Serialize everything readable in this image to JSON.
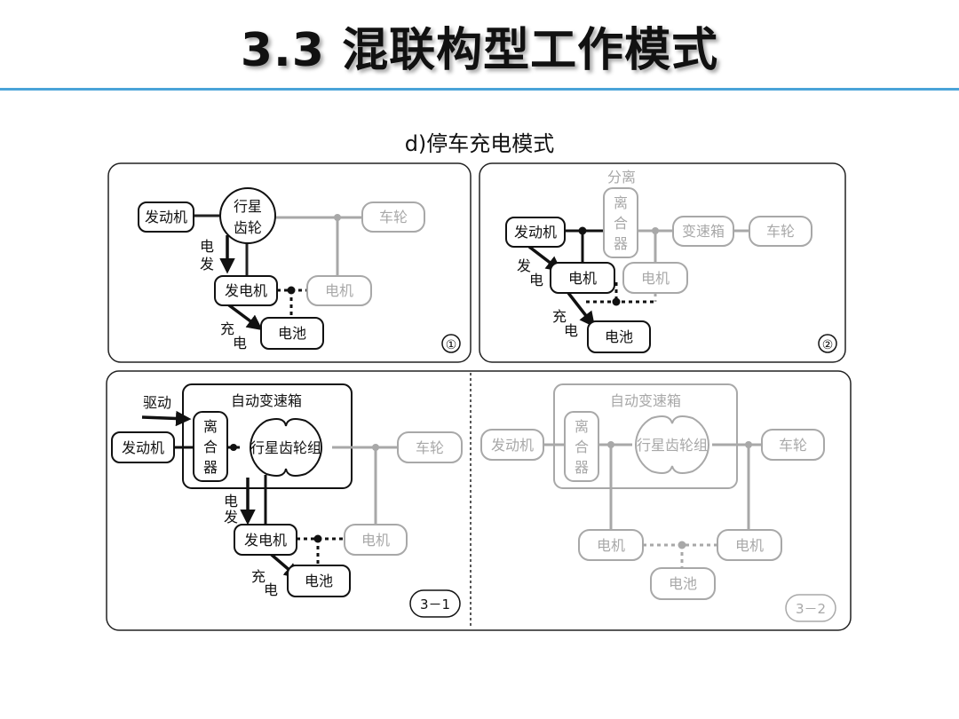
{
  "title": "3.3 混联构型工作模式",
  "subtitle": "d)停车充电模式",
  "colors": {
    "active": "#111111",
    "inactive": "#a8a8a8",
    "rule": "#4aa3d8"
  },
  "panel1": {
    "engine": "发动机",
    "planetary_line1": "行星",
    "planetary_line2": "齿轮",
    "wheel": "车轮",
    "generator": "发电机",
    "motor": "电机",
    "battery": "电池",
    "gen_label_a": "电",
    "gen_label_b": "发",
    "charge_label_a": "充",
    "charge_label_b": "电",
    "badge": "①"
  },
  "panel2": {
    "separate_label": "分离",
    "clutch_1": "离",
    "clutch_2": "合",
    "clutch_3": "器",
    "engine": "发动机",
    "gearbox": "变速箱",
    "wheel": "车轮",
    "motor_active": "电机",
    "motor_inactive": "电机",
    "battery": "电池",
    "gen_label_a": "发",
    "gen_label_b": "电",
    "charge_label_a": "充",
    "charge_label_b": "电",
    "badge": "②"
  },
  "panel3": {
    "drive_label": "驱动",
    "auto_gearbox": "自动变速箱",
    "clutch_1": "离",
    "clutch_2": "合",
    "clutch_3": "器",
    "engine": "发动机",
    "planetary_set": "行星齿轮组",
    "wheel": "车轮",
    "gen_label_a": "电",
    "gen_label_b": "发",
    "generator": "发电机",
    "motor": "电机",
    "charge_label_a": "充",
    "charge_label_b": "电",
    "battery": "电池",
    "badge": "3－1"
  },
  "panel4": {
    "auto_gearbox": "自动变速箱",
    "engine": "发动机",
    "clutch_1": "离",
    "clutch_2": "合",
    "clutch_3": "器",
    "planetary_set": "行星齿轮组",
    "wheel": "车轮",
    "motor_left": "电机",
    "motor_right": "电机",
    "battery": "电池",
    "badge": "3－2"
  }
}
